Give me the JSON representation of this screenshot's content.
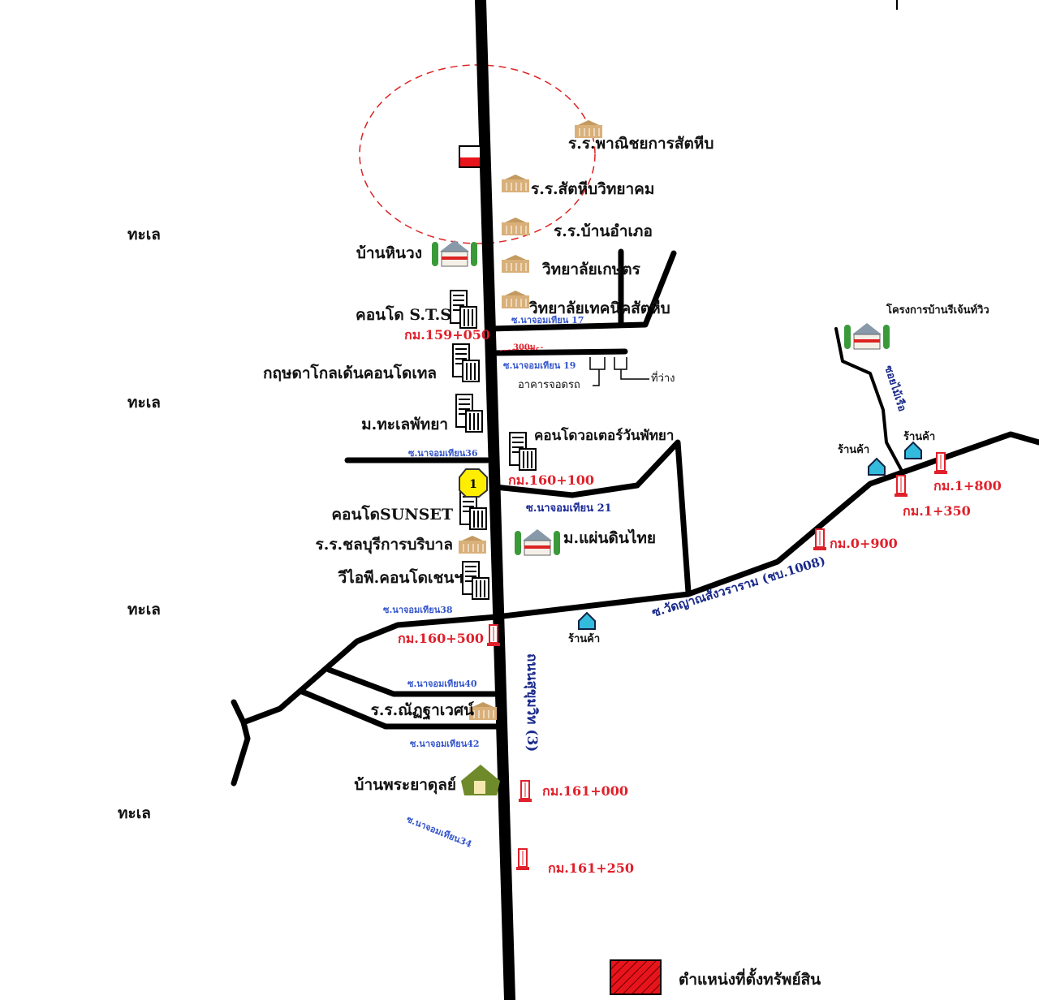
{
  "map": {
    "sea_labels": [
      "ทะเล",
      "ทะเล",
      "ทะเล",
      "ทะเล"
    ],
    "places": {
      "school_1": "ร.ร.พาณิชยการสัตหีบ",
      "school_2": "ร.ร.สัตหีบวิทยาคม",
      "school_3": "ร.ร.บ้านอำเภอ",
      "college_1": "วิทยาลัยเกษตร",
      "college_2": "วิทยาลัยเทคนิคสัตหีบ",
      "ban_hin_wong": "บ้านหินวง",
      "condo_sts": "คอนโด S.T.S",
      "krisda": "กฤษดาโกลเด้นคอนโดเทล",
      "m_talay": "ม.ทะเลพัทยา",
      "water_one": "คอนโดวอเตอร์วันพัทยา",
      "sunset": "คอนโดSUNSET",
      "chonburi_school": "ร.ร.ชลบุรีการบริบาล",
      "vip_condo": "วีไอพี.คอนโดเชนฯ",
      "m_phaendin": "ม.แผ่นดินไทย",
      "nattha_school": "ร.ร.ณัฏฐาเวศน์",
      "ban_phraya": "บ้านพระยาดุลย์",
      "regent": "โครงการบ้านรีเจ้นท์วิว",
      "parking": "อาคารจอดรถ",
      "vacant": "ที่ว่าง",
      "shop_1": "ร้านค้า",
      "shop_2": "ร้านค้า",
      "shop_3": "ร้านค้า"
    },
    "sois": {
      "s17": "ซ.นาจอมเทียน 17",
      "s19": "ซ.นาจอมเทียน 19",
      "s36": "ซ.นาจอมเทียน36",
      "s21": "ซ.นาจอมเทียน 21",
      "s38": "ซ.นาจอมเทียน38",
      "s40": "ซ.นาจอมเทียน40",
      "s42": "ซ.นาจอมเทียน42",
      "s34": "ซ.นาจอมเทียน34",
      "mai_ruea": "ซอยไม้เรือ"
    },
    "distance": "300ม.",
    "roads": {
      "sukhumvit": "ถนนสุขุมวิท (3)",
      "wat_yan": "ซ.วัดญาณสังวราราม (ชบ.1008)"
    },
    "km_markers": [
      "กม.159+050",
      "กม.160+100",
      "กม.160+500",
      "กม.161+000",
      "กม.161+250",
      "กม.0+900",
      "กม.1+350",
      "กม.1+800"
    ],
    "route_shield": "1",
    "legend": {
      "label": "ตำแหน่งที่ตั้งทรัพย์สิน",
      "color": "#e8141c"
    }
  }
}
